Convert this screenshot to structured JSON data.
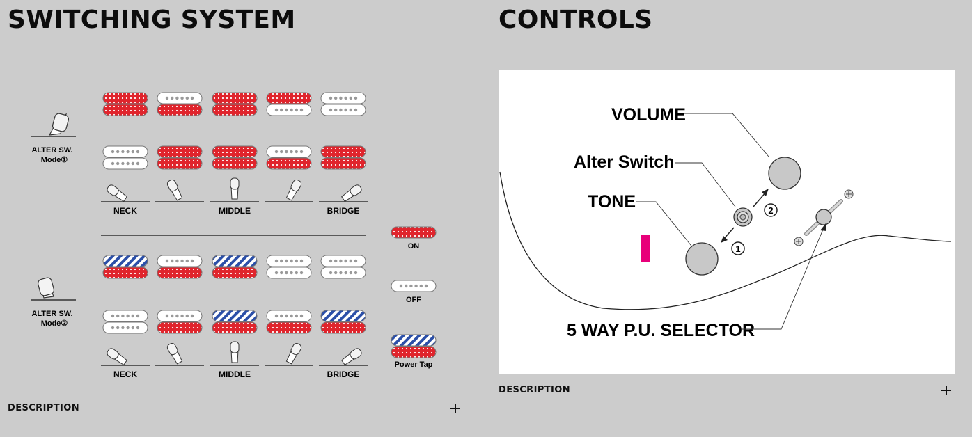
{
  "switching": {
    "title": "SWITCHING SYSTEM",
    "mode1_label_line1": "ALTER SW.",
    "mode1_label_line2": "Mode①",
    "mode2_label_line1": "ALTER SW.",
    "mode2_label_line2": "Mode②",
    "positions": [
      "NECK",
      "",
      "MIDDLE",
      "",
      "BRIDGE"
    ],
    "legend": {
      "on": "ON",
      "off": "OFF",
      "power_tap": "Power Tap"
    },
    "description_label": "DESCRIPTION"
  },
  "controls": {
    "title": "CONTROLS",
    "volume": "VOLUME",
    "alter_switch": "Alter Switch",
    "tone": "TONE",
    "selector": "5 WAY P.U. SELECTOR",
    "marker1": "1",
    "marker2": "2",
    "description_label": "DESCRIPTION"
  },
  "colors": {
    "on": "#e0242c",
    "off": "#ffffff",
    "tap": "#2b4fa8",
    "background": "#cccccc",
    "accent_marker": "#e8007a"
  }
}
